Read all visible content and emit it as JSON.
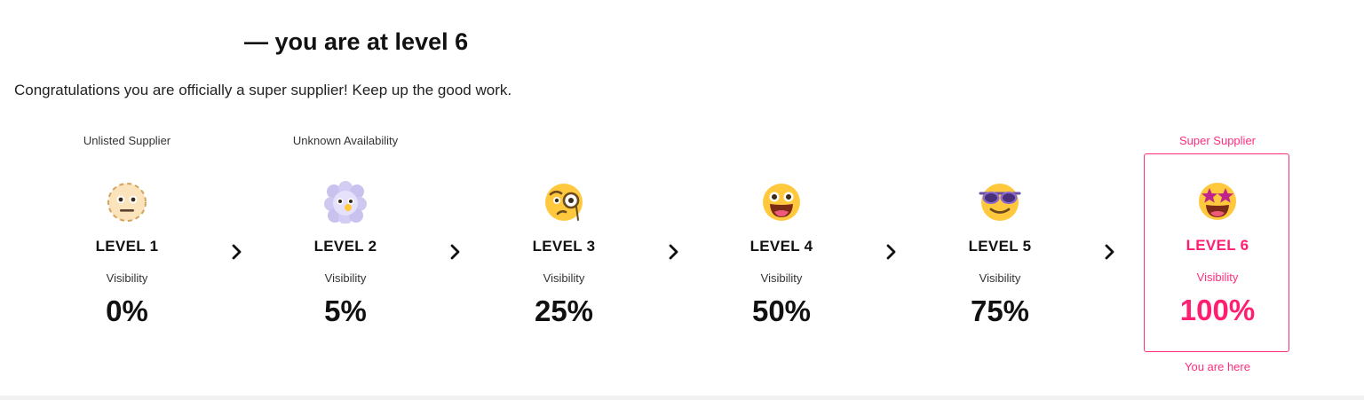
{
  "header": {
    "title": "— you are at level 6",
    "message": "Congratulations you are officially a super supplier! Keep up the good work."
  },
  "levels": [
    {
      "tag": "Unlisted Supplier",
      "name": "LEVEL 1",
      "visibility_label": "Visibility",
      "percent": "0%",
      "icon": "neutral-face-dotted-icon"
    },
    {
      "tag": "Unknown Availability",
      "name": "LEVEL 2",
      "visibility_label": "Visibility",
      "percent": "5%",
      "icon": "face-in-clouds-icon"
    },
    {
      "tag": "",
      "name": "LEVEL 3",
      "visibility_label": "Visibility",
      "percent": "25%",
      "icon": "face-with-monocle-icon"
    },
    {
      "tag": "",
      "name": "LEVEL 4",
      "visibility_label": "Visibility",
      "percent": "50%",
      "icon": "grinning-face-icon"
    },
    {
      "tag": "",
      "name": "LEVEL 5",
      "visibility_label": "Visibility",
      "percent": "75%",
      "icon": "sunglasses-face-icon"
    },
    {
      "tag": "Super Supplier",
      "name": "LEVEL 6",
      "visibility_label": "Visibility",
      "percent": "100%",
      "icon": "star-struck-face-icon",
      "current": true,
      "current_note": "You are here"
    }
  ],
  "colors": {
    "accent": "#ff2e7c",
    "emoji_yellow": "#ffc83d",
    "text": "#111111"
  },
  "separator_icon": "chevron-right-icon"
}
